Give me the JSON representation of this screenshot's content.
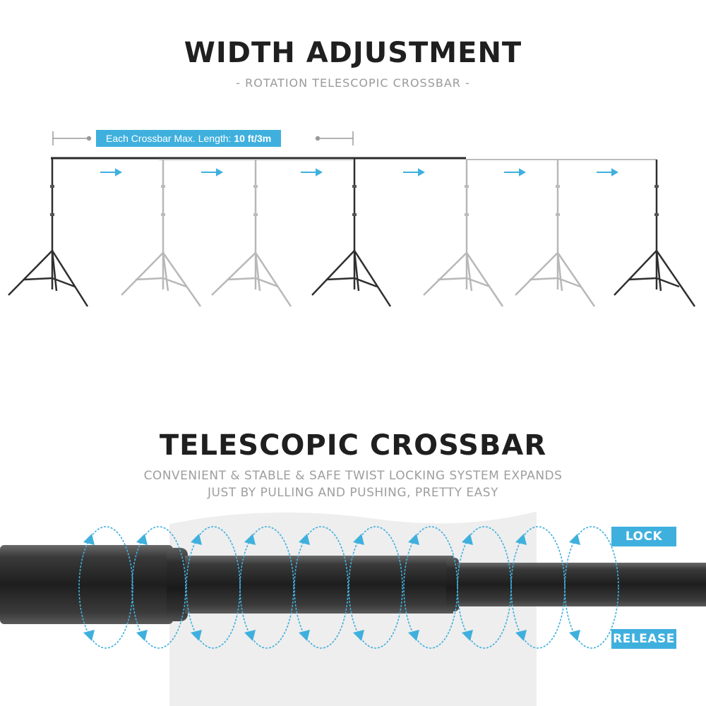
{
  "section1": {
    "title": "WIDTH ADJUSTMENT",
    "subtitle": "- ROTATION TELESCOPIC CROSSBAR -",
    "length_label_prefix": "Each Crossbar Max. Length: ",
    "length_label_value": "10 ft/3m"
  },
  "section2": {
    "title": "TELESCOPIC CROSSBAR",
    "description_line1": "CONVENIENT & STABLE & SAFE TWIST LOCKING SYSTEM EXPANDS",
    "description_line2": "JUST BY PULLING AND PUSHING, PRETTY EASY",
    "lock_label": "LOCK",
    "release_label": "RELEASE"
  },
  "colors": {
    "accent": "#3fb0de",
    "title": "#1f1f1f",
    "subtitle": "#9a9a9a",
    "tube": "#2b2b2b"
  }
}
